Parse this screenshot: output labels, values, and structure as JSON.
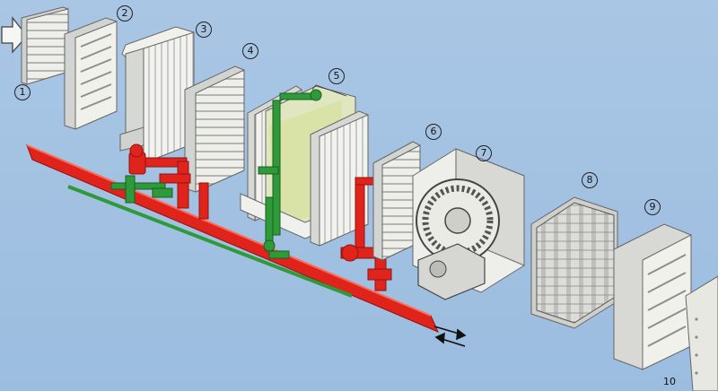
{
  "diagram": {
    "callouts": [
      {
        "id": "1",
        "label": "1"
      },
      {
        "id": "2",
        "label": "2"
      },
      {
        "id": "3",
        "label": "3"
      },
      {
        "id": "4",
        "label": "4"
      },
      {
        "id": "5",
        "label": "5"
      },
      {
        "id": "6",
        "label": "6"
      },
      {
        "id": "7",
        "label": "7"
      },
      {
        "id": "8",
        "label": "8"
      },
      {
        "id": "9",
        "label": "9"
      },
      {
        "id": "10",
        "label": "10"
      }
    ],
    "colors": {
      "background": "#a6c4e3",
      "panel": "#f3f3ee",
      "panel_shade": "#d4d6d3",
      "hot_pipe": "#e0241c",
      "cold_pipe": "#2e9a3a",
      "media": "#d8e2a4",
      "outline": "#555555"
    }
  }
}
